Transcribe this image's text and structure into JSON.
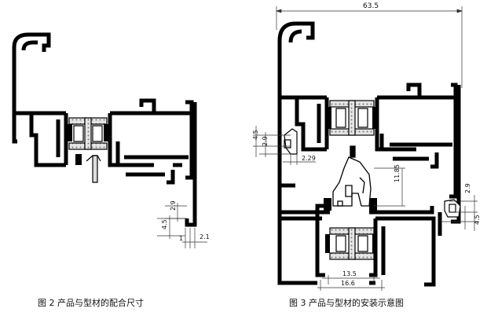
{
  "figure2": {
    "caption": "图 2 产品与型材的配合尺寸",
    "dims": {
      "d_2_9": "2.9",
      "d_4_5": "4.5",
      "d_1": "1",
      "d_2_1": "2.1"
    }
  },
  "figure3": {
    "caption": "图 3 产品与型材的安装示意图",
    "dims": {
      "d_63_5": "63.5",
      "d_4_5_left": "4.5",
      "d_2_9_left": "2.9",
      "d_2_29": "2.29",
      "d_11_85": "11.85",
      "d_2_9_right": "2.9",
      "d_4_5_right": "4.5",
      "d_13_5": "13.5",
      "d_16_6": "16.6"
    }
  },
  "colors": {
    "profile": "#000000",
    "gasket": "#d6d6d6",
    "dim_line": "#333333"
  }
}
